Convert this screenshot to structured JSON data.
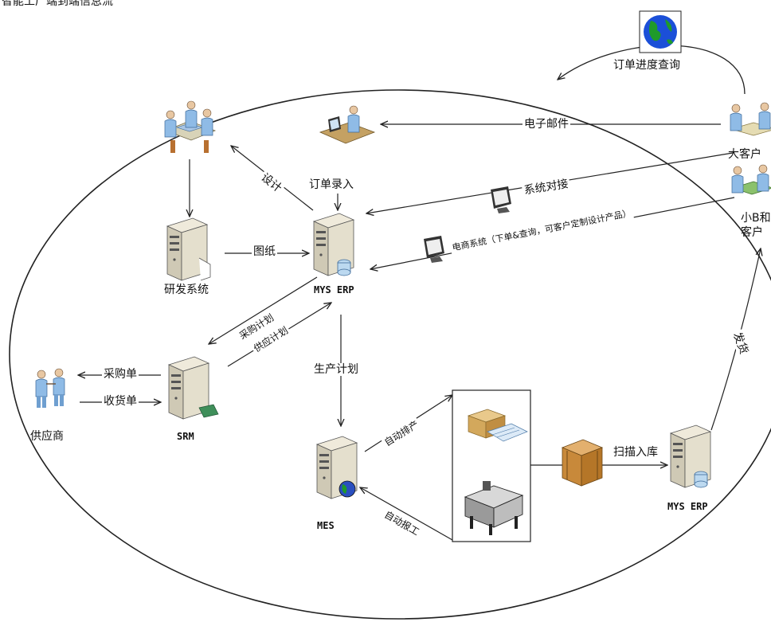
{
  "header": {
    "title": "智能工厂端到端信息流"
  },
  "nodes": {
    "order_query": "订单进度查询",
    "big_customer": "大客户",
    "small_customer_line1": "小B和C",
    "small_customer_line2": "客户",
    "order_entry": "订单录入",
    "erp_main": "MYS ERP",
    "rd_system": "研发系统",
    "srm": "SRM",
    "supplier": "供应商",
    "mes": "MES",
    "erp_ship": "MYS ERP"
  },
  "edges": {
    "email": "电子邮件",
    "system_link": "系统对接",
    "ecommerce": "电商系统（下单&查询，可客户定制设计产品）",
    "design": "设计",
    "drawing": "图纸",
    "procurement_plan": "采购计划",
    "supply_plan": "供应计划",
    "purchase_order": "采购单",
    "receipt": "收货单",
    "production_plan": "生产计划",
    "auto_dispatch": "自动排产",
    "auto_report": "自动报工",
    "scan_in": "扫描入库",
    "ship": "发货"
  },
  "icons": {
    "globe": "globe-icon",
    "customer_meeting": "customer-meeting-icon",
    "design_team": "design-team-icon",
    "order_clerk": "order-clerk-icon",
    "server": "server-icon",
    "monitor": "monitor-icon",
    "supplier_handshake": "handshake-icon",
    "materials": "materials-icon",
    "machine": "machine-icon",
    "crate": "crate-icon"
  },
  "colors": {
    "line": "#222222",
    "server_face": "#d9d4c3",
    "server_dark": "#8a8470",
    "globe_water": "#1b4fd8",
    "globe_land": "#1f9a2a",
    "crate": "#c8893a"
  }
}
